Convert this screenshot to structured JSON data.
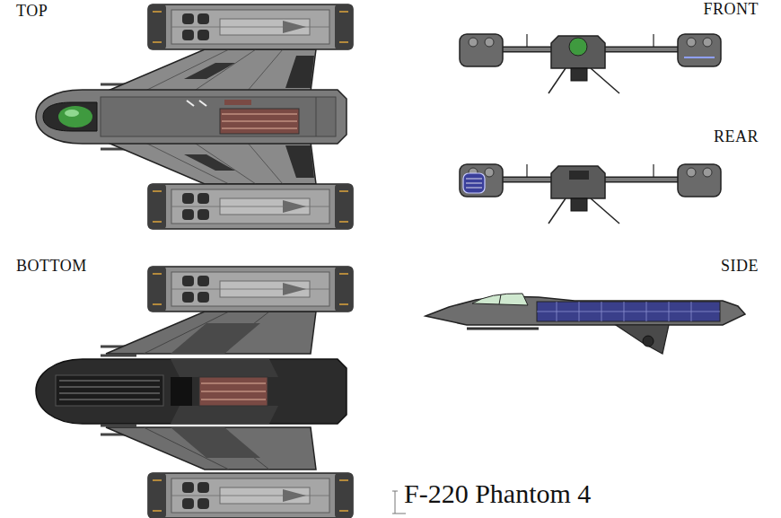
{
  "diagram": {
    "title": "F-220 Phantom 4",
    "labels": [
      "TOP",
      "FRONT",
      "REAR",
      "BOTTOM",
      "SIDE"
    ]
  }
}
